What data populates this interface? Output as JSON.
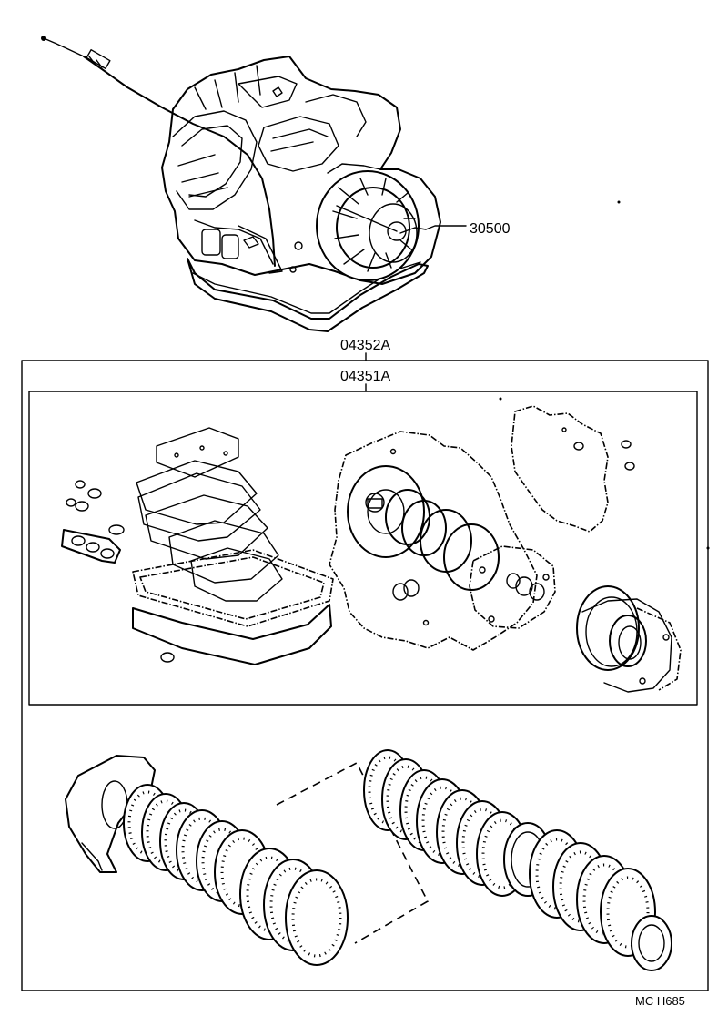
{
  "parts": {
    "transmission_assy": "30500",
    "overhaul_kit": "04352A",
    "gasket_kit": "04351A"
  },
  "footer": {
    "code": "MC  H685"
  }
}
